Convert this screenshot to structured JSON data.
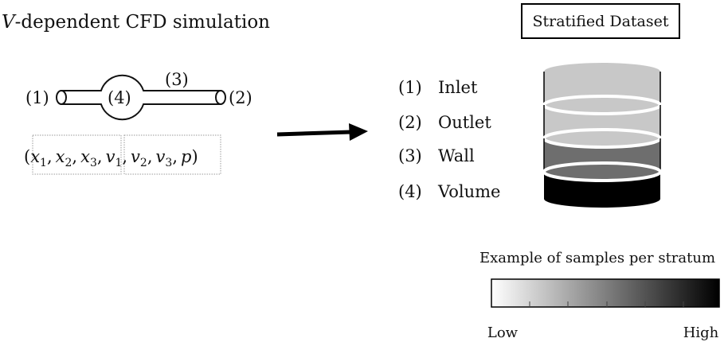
{
  "left_title": {
    "var": "V",
    "rest": "-dependent CFD simulation"
  },
  "pipe_labels": {
    "inlet": "(1)",
    "outlet": "(2)",
    "wall": "(3)",
    "volume": "(4)"
  },
  "vector": {
    "open": "(",
    "close": ")",
    "comma": ",",
    "position": [
      {
        "base": "x",
        "sub": "1"
      },
      {
        "base": "x",
        "sub": "2"
      },
      {
        "base": "x",
        "sub": "3"
      }
    ],
    "solution": [
      {
        "base": "v",
        "sub": "1"
      },
      {
        "base": "v",
        "sub": "2"
      },
      {
        "base": "v",
        "sub": "3"
      },
      {
        "base": "p",
        "sub": ""
      }
    ]
  },
  "dataset_title": "Stratified Dataset",
  "strata": [
    {
      "num": "(1)",
      "name": "Inlet",
      "color": "#c8c8c8"
    },
    {
      "num": "(2)",
      "name": "Outlet",
      "color": "#c8c8c8"
    },
    {
      "num": "(3)",
      "name": "Wall",
      "color": "#6e6e6e"
    },
    {
      "num": "(4)",
      "name": "Volume",
      "color": "#000000"
    }
  ],
  "colorbar": {
    "caption": "Example of samples per stratum",
    "low": "Low",
    "high": "High",
    "color_low": "#ffffff",
    "color_high": "#000000"
  }
}
